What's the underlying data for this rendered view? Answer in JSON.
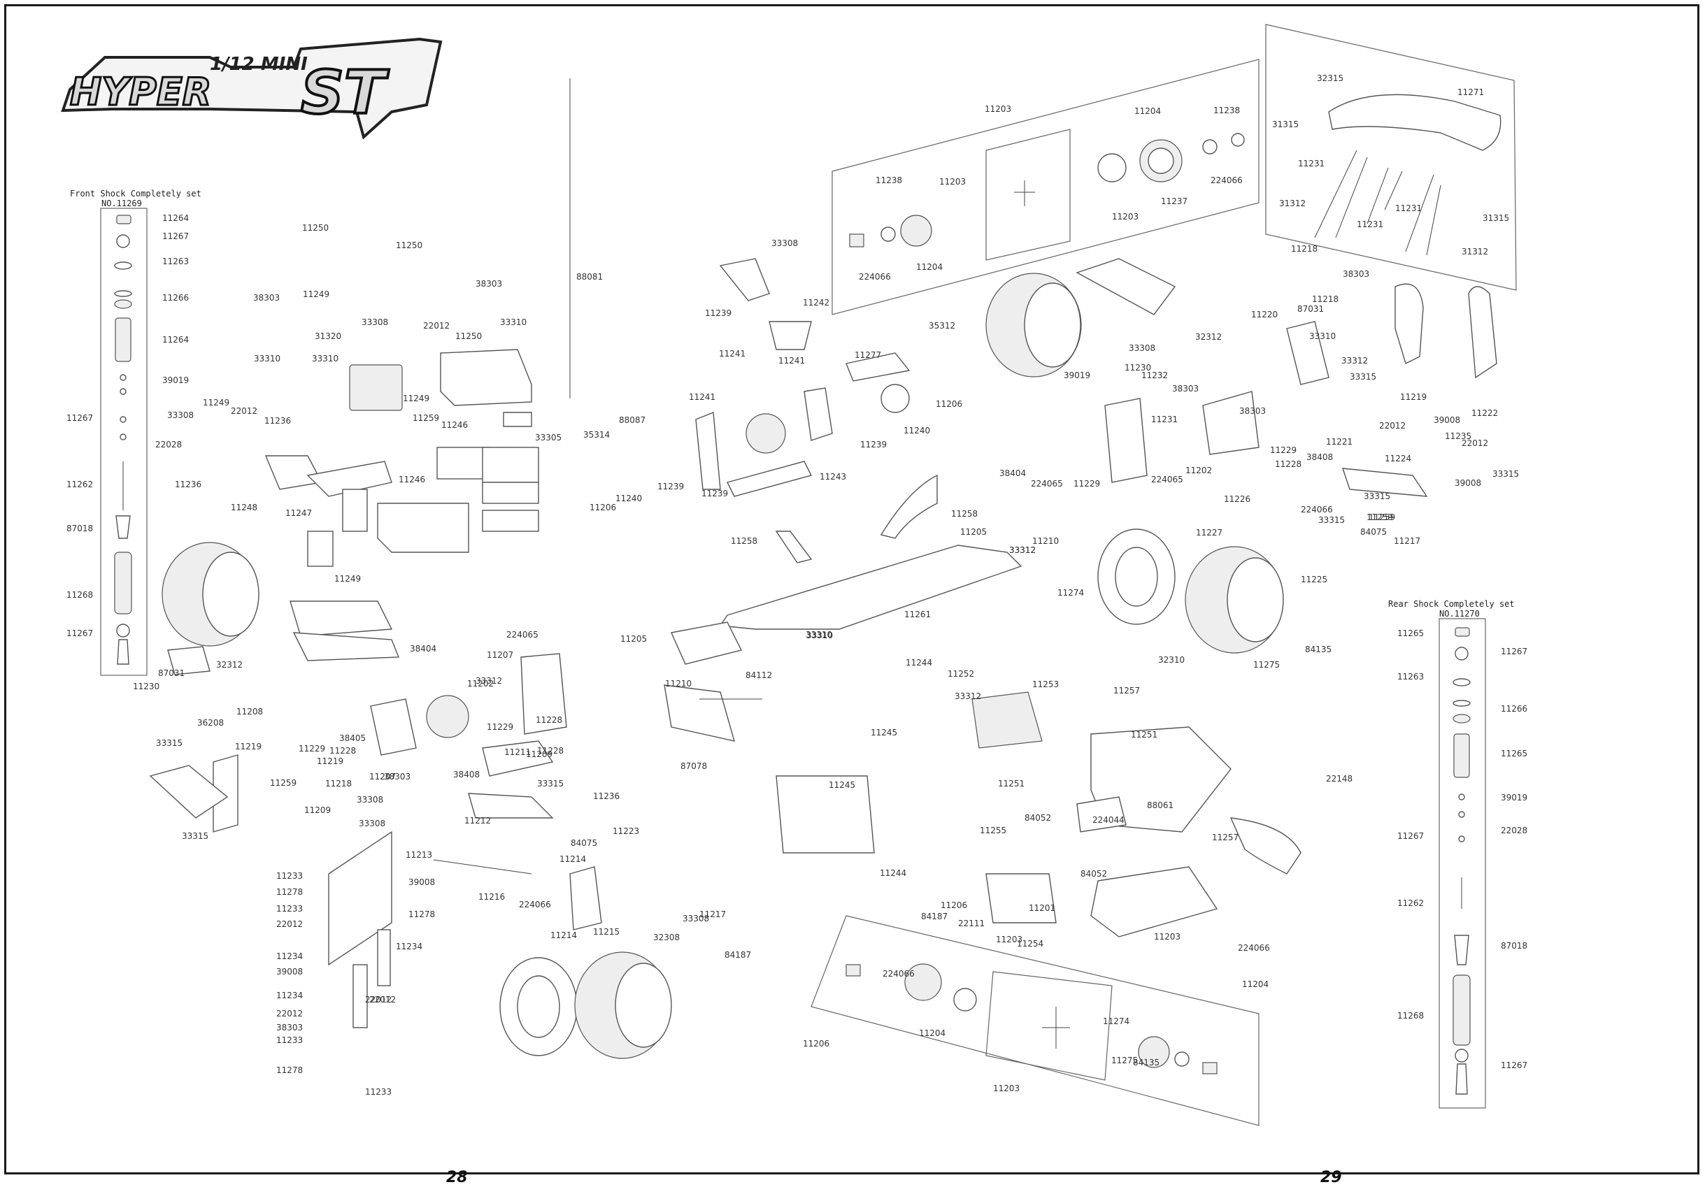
{
  "logo": {
    "line1": "1/12 MINI",
    "line2": "HYPER",
    "line3": "ST"
  },
  "front_shock": {
    "title": "Front Shock Completely set",
    "number": "NO.11269",
    "labels": [
      "11264",
      "11267",
      "11263",
      "11266",
      "11264",
      "39019",
      "22028",
      "11267",
      "11262",
      "87018",
      "11268",
      "11267"
    ]
  },
  "rear_shock": {
    "title": "Rear Shock Completely set",
    "number": "NO.11270",
    "labels": [
      "11265",
      "11267",
      "11263",
      "11266",
      "11265",
      "39019",
      "22028",
      "11267",
      "11262",
      "87018",
      "11268",
      "11267"
    ]
  },
  "page_numbers": {
    "left": "28",
    "right": "29"
  },
  "callouts": [
    "11250",
    "11250",
    "38303",
    "38303",
    "11249",
    "33308",
    "22012",
    "33310",
    "31320",
    "11250",
    "33310",
    "33310",
    "11249",
    "11259",
    "11246",
    "33305",
    "33308",
    "22012",
    "11236",
    "11249",
    "11236",
    "11248",
    "11247",
    "11246",
    "11249",
    "88081",
    "33308",
    "11242",
    "11239",
    "11241",
    "11241",
    "11241",
    "88087",
    "35314",
    "11240",
    "11239",
    "11239",
    "11206",
    "11243",
    "11277",
    "35312",
    "11206",
    "11239",
    "11240",
    "11203",
    "11204",
    "11238",
    "11238",
    "11203",
    "224066",
    "11204",
    "224066",
    "11237",
    "11203",
    "32315",
    "11271",
    "31315",
    "11231",
    "31312",
    "11231",
    "11231",
    "31315",
    "31312",
    "11218",
    "38303",
    "11218",
    "87031",
    "11220",
    "32312",
    "33310",
    "33312",
    "33315",
    "11219",
    "33308",
    "11232",
    "39019",
    "38303",
    "11230",
    "38303",
    "11231",
    "11229",
    "11202",
    "224065",
    "11259",
    "39008",
    "22012",
    "11222",
    "11235",
    "22012",
    "33315",
    "11221",
    "33315",
    "11224",
    "11228",
    "38408",
    "39008",
    "11226",
    "224066",
    "33315",
    "11259",
    "84075",
    "11217",
    "11227",
    "11225",
    "11274",
    "11275",
    "84135",
    "38404",
    "224065",
    "11229",
    "11210",
    "11258",
    "11205",
    "33312",
    "33312",
    "11258",
    "11261",
    "87031",
    "32312",
    "11230",
    "11208",
    "33315",
    "36208",
    "11219",
    "11229",
    "11228",
    "38405",
    "11207",
    "11218",
    "38303",
    "11259",
    "11209",
    "11219",
    "33308",
    "33315",
    "224065",
    "11205",
    "11207",
    "38404",
    "11202",
    "11229",
    "11228",
    "11211",
    "33315",
    "38408",
    "11212",
    "11228",
    "11209",
    "33312",
    "11210",
    "33310",
    "11244",
    "84112",
    "33310",
    "11253",
    "11257",
    "11245",
    "33312",
    "11252",
    "11251",
    "87078",
    "11236",
    "11223",
    "11245",
    "11244",
    "11251",
    "88061",
    "22148",
    "84052",
    "224044",
    "11257",
    "11255",
    "84052",
    "32310",
    "33308",
    "11213",
    "11233",
    "11278",
    "11233",
    "39008",
    "11278",
    "22012",
    "11234",
    "11234",
    "39008",
    "11234",
    "22012",
    "22012",
    "38303",
    "11233",
    "11278",
    "11233",
    "22012",
    "11216",
    "224066",
    "11214",
    "84075",
    "11214",
    "11215",
    "33308",
    "11217",
    "32308",
    "84187",
    "84187",
    "22111",
    "11254",
    "11201",
    "11203",
    "224066",
    "11204",
    "11206",
    "11203",
    "224066",
    "11204",
    "11206",
    "11203",
    "11274",
    "11275",
    "84135"
  ]
}
